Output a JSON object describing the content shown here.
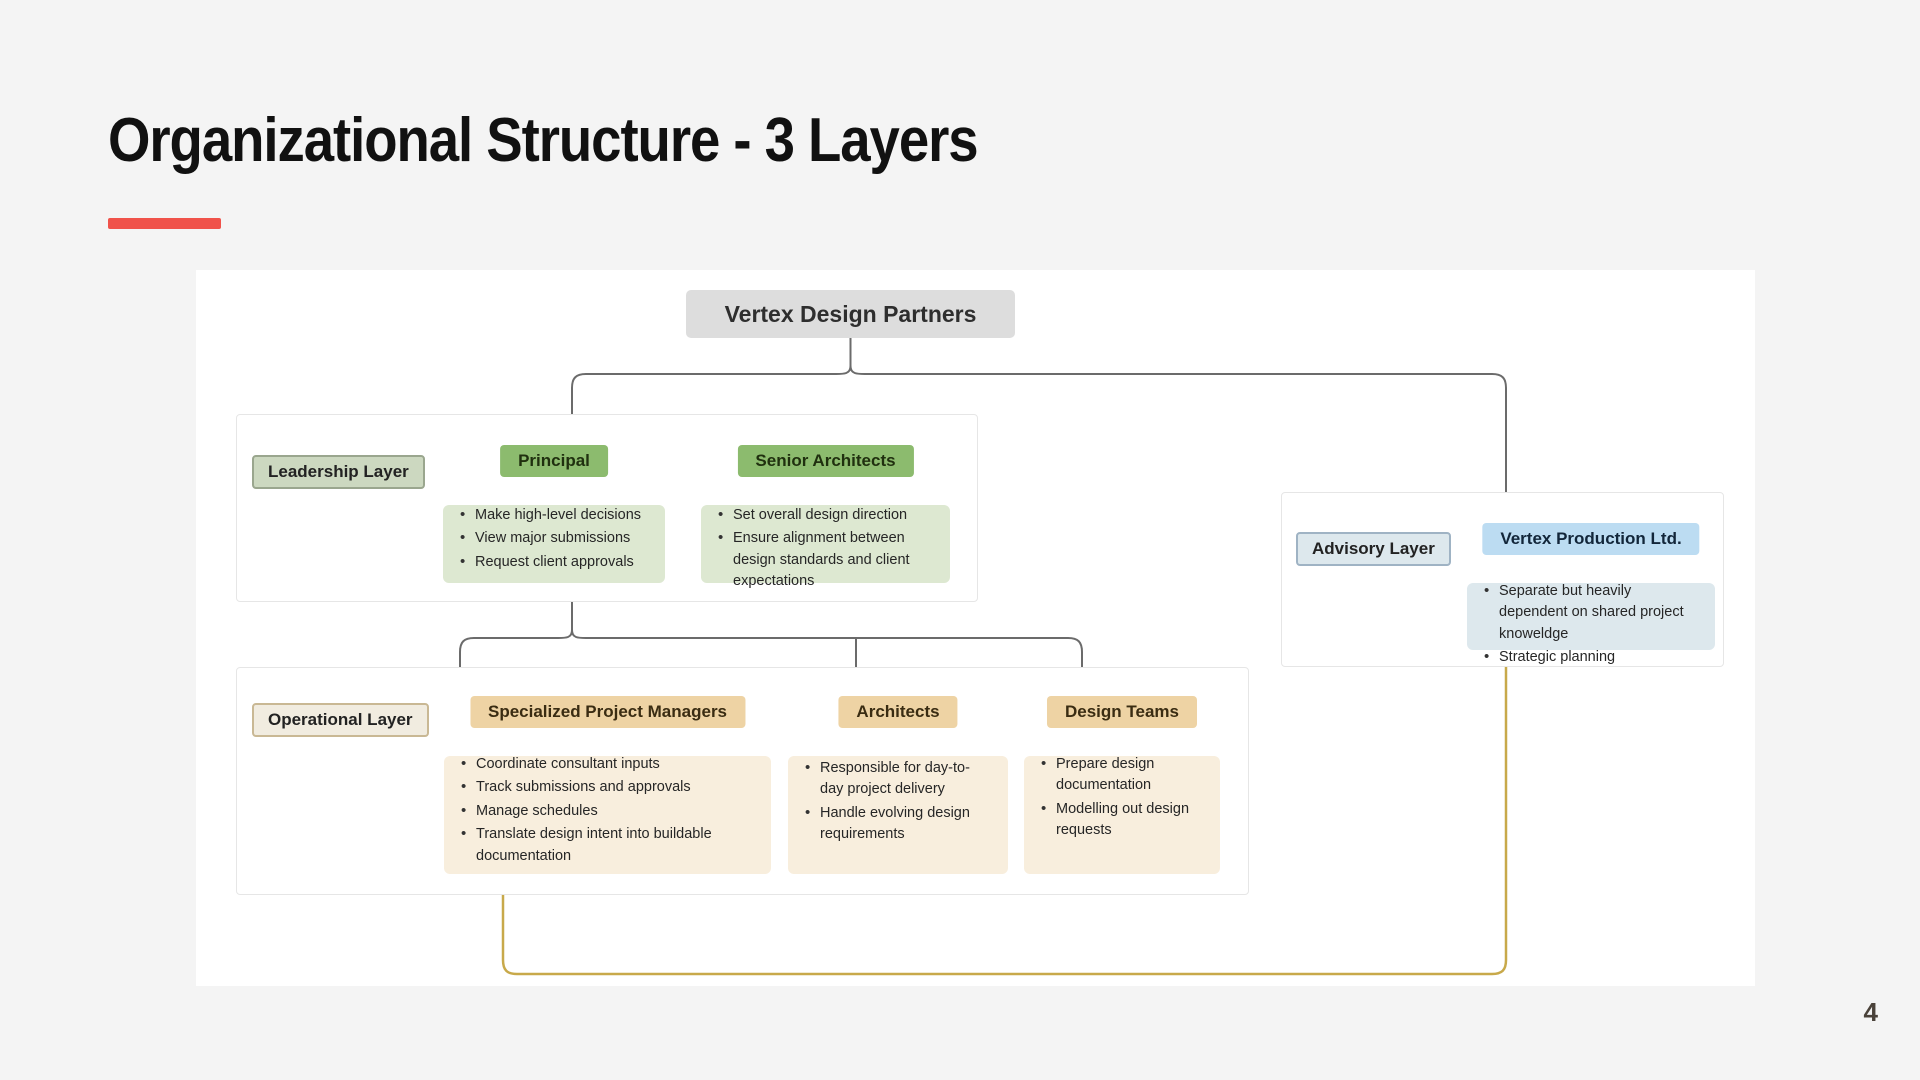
{
  "slide": {
    "title": "Organizational Structure - 3 Layers",
    "page_number": "4",
    "accent_color": "#f0524a",
    "background_color": "#f4f4f4"
  },
  "diagram": {
    "root": {
      "label": "Vertex Design Partners",
      "background_color": "#dddddd"
    },
    "layers": [
      {
        "id": "leadership",
        "badge": "Leadership Layer",
        "theme": "green",
        "badge_background": "#ccd8c0",
        "badge_border": "#9aa68e",
        "cards": [
          {
            "title": "Principal",
            "items": [
              "Make high-level decisions",
              "View major submissions",
              "Request client approvals"
            ]
          },
          {
            "title": "Senior Architects",
            "items": [
              "Set overall design direction",
              "Ensure alignment between design standards and client expectations"
            ]
          }
        ]
      },
      {
        "id": "advisory",
        "badge": "Advisory Layer",
        "theme": "blue",
        "badge_background": "#dde8ed",
        "badge_border": "#9fb3c4",
        "cards": [
          {
            "title": "Vertex Production Ltd.",
            "items": [
              "Separate but heavily dependent on shared project knoweldge",
              "Strategic planning"
            ]
          }
        ]
      },
      {
        "id": "operational",
        "badge": "Operational Layer",
        "theme": "amber",
        "badge_background": "#f1ece0",
        "badge_border": "#c9b894",
        "cards": [
          {
            "title": "Specialized Project Managers",
            "items": [
              "Coordinate consultant inputs",
              "Track submissions and approvals",
              "Manage schedules",
              "Translate design intent into buildable documentation"
            ]
          },
          {
            "title": "Architects",
            "items": [
              "Responsible for day-to-day project delivery",
              "Handle evolving design requirements"
            ]
          },
          {
            "title": "Design Teams",
            "items": [
              "Prepare design documentation",
              "Modelling out design requests"
            ]
          }
        ]
      }
    ],
    "connector_colors": {
      "primary": "#6b6b6b",
      "dependency": "#c8a94a"
    }
  }
}
